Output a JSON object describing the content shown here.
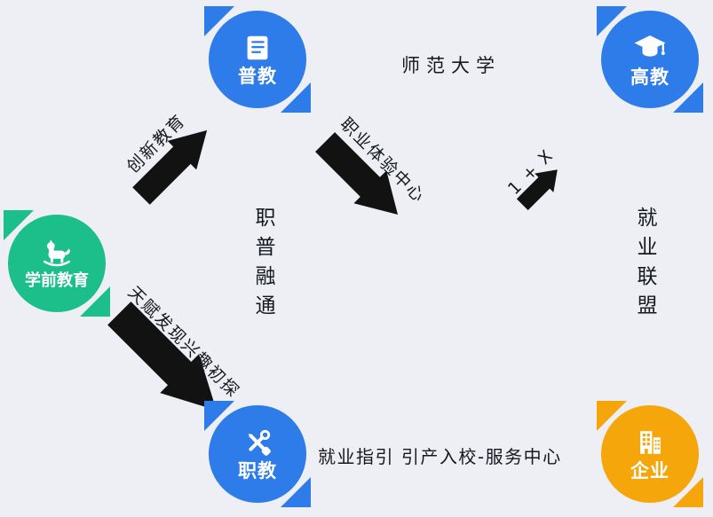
{
  "diagram": {
    "background": "#edeff5",
    "nodes": [
      {
        "id": "general-education",
        "label": "普教",
        "color": "#2d7ce9",
        "icon": "book-icon"
      },
      {
        "id": "higher-education",
        "label": "高教",
        "color": "#2d7ce9",
        "icon": "graduation-cap-icon"
      },
      {
        "id": "preschool-education",
        "label": "学前教育",
        "color": "#1cbf8a",
        "icon": "rocking-horse-icon"
      },
      {
        "id": "vocational-education",
        "label": "职教",
        "color": "#2d7ce9",
        "icon": "tools-icon"
      },
      {
        "id": "enterprise",
        "label": "企业",
        "color": "#f5a60a",
        "icon": "building-icon"
      }
    ],
    "labels": {
      "normal_university": "师范大学",
      "innovation_education": "创新教育",
      "vocational_experience_center": "职业体验中心",
      "one_plus_x": "1 + X",
      "vocational_general_integration": "职普融通",
      "employment_alliance": "就业联盟",
      "talent_discovery": "天赋发现兴趣初探",
      "employment_guidance": "就业指引 引产入校-服务中心"
    },
    "colors": {
      "blue": "#2d7ce9",
      "green": "#1cbf8a",
      "orange": "#f5a60a",
      "arrow": "#121212",
      "text": "#15181d",
      "background": "#edeff5"
    }
  }
}
